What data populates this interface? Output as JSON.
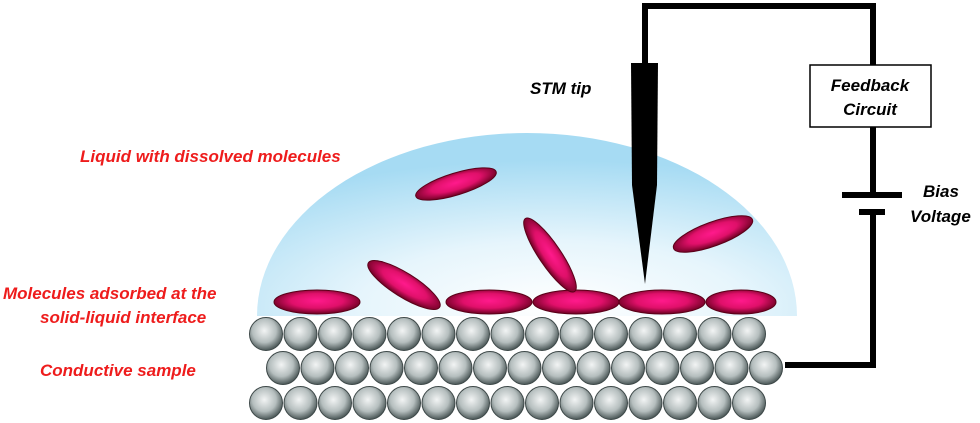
{
  "labels": {
    "stm_tip": "STM tip",
    "feedback_line1": "Feedback",
    "feedback_line2": "Circuit",
    "bias_line1": "Bias",
    "bias_line2": "Voltage",
    "liquid": "Liquid with dissolved molecules",
    "adsorbed_line1": "Molecules adsorbed at the",
    "adsorbed_line2": "solid-liquid interface",
    "sample": "Conductive sample"
  },
  "colors": {
    "label_red": "#ee1c1c",
    "liquid": "#a8dcf4",
    "molecule": "#e8106e",
    "sphere": "#9aa5a5"
  }
}
